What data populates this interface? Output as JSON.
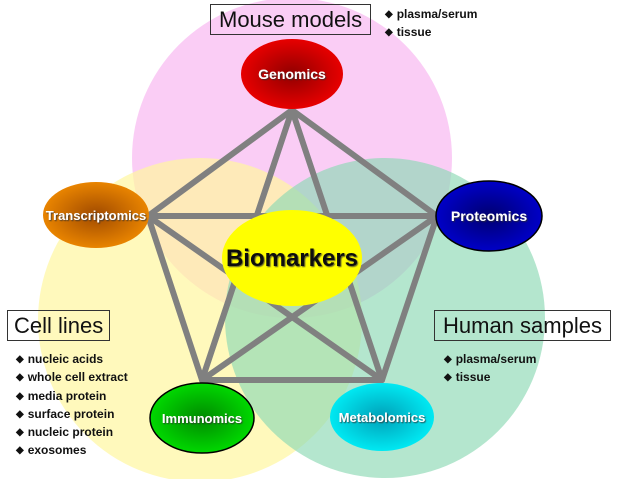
{
  "diagram": {
    "center": {
      "label": "Biomarkers",
      "color": "#ffff00"
    },
    "nodes": [
      {
        "id": "genomics",
        "label": "Genomics",
        "color": "#e00000"
      },
      {
        "id": "transcriptomics",
        "label": "Transcriptomics",
        "color": "#e07a00"
      },
      {
        "id": "proteomics",
        "label": "Proteomics",
        "color": "#0000b0"
      },
      {
        "id": "immunomics",
        "label": "Immunomics",
        "color": "#00c800"
      },
      {
        "id": "metabolomics",
        "label": "Metabolomics",
        "color": "#00d8e8"
      }
    ],
    "groups": {
      "mouse": {
        "title": "Mouse models",
        "color": "#f9c8f4",
        "items": [
          "plasma/serum",
          "tissue"
        ]
      },
      "cell": {
        "title": "Cell lines",
        "color": "#fff8a8",
        "items": [
          "nucleic acids",
          "whole cell extract",
          "media protein",
          "surface protein",
          "nucleic protein",
          "exosomes"
        ]
      },
      "human": {
        "title": "Human samples",
        "color": "#a8e0c8",
        "items": [
          "plasma/serum",
          "tissue"
        ]
      }
    },
    "edge_color": "#808080"
  }
}
